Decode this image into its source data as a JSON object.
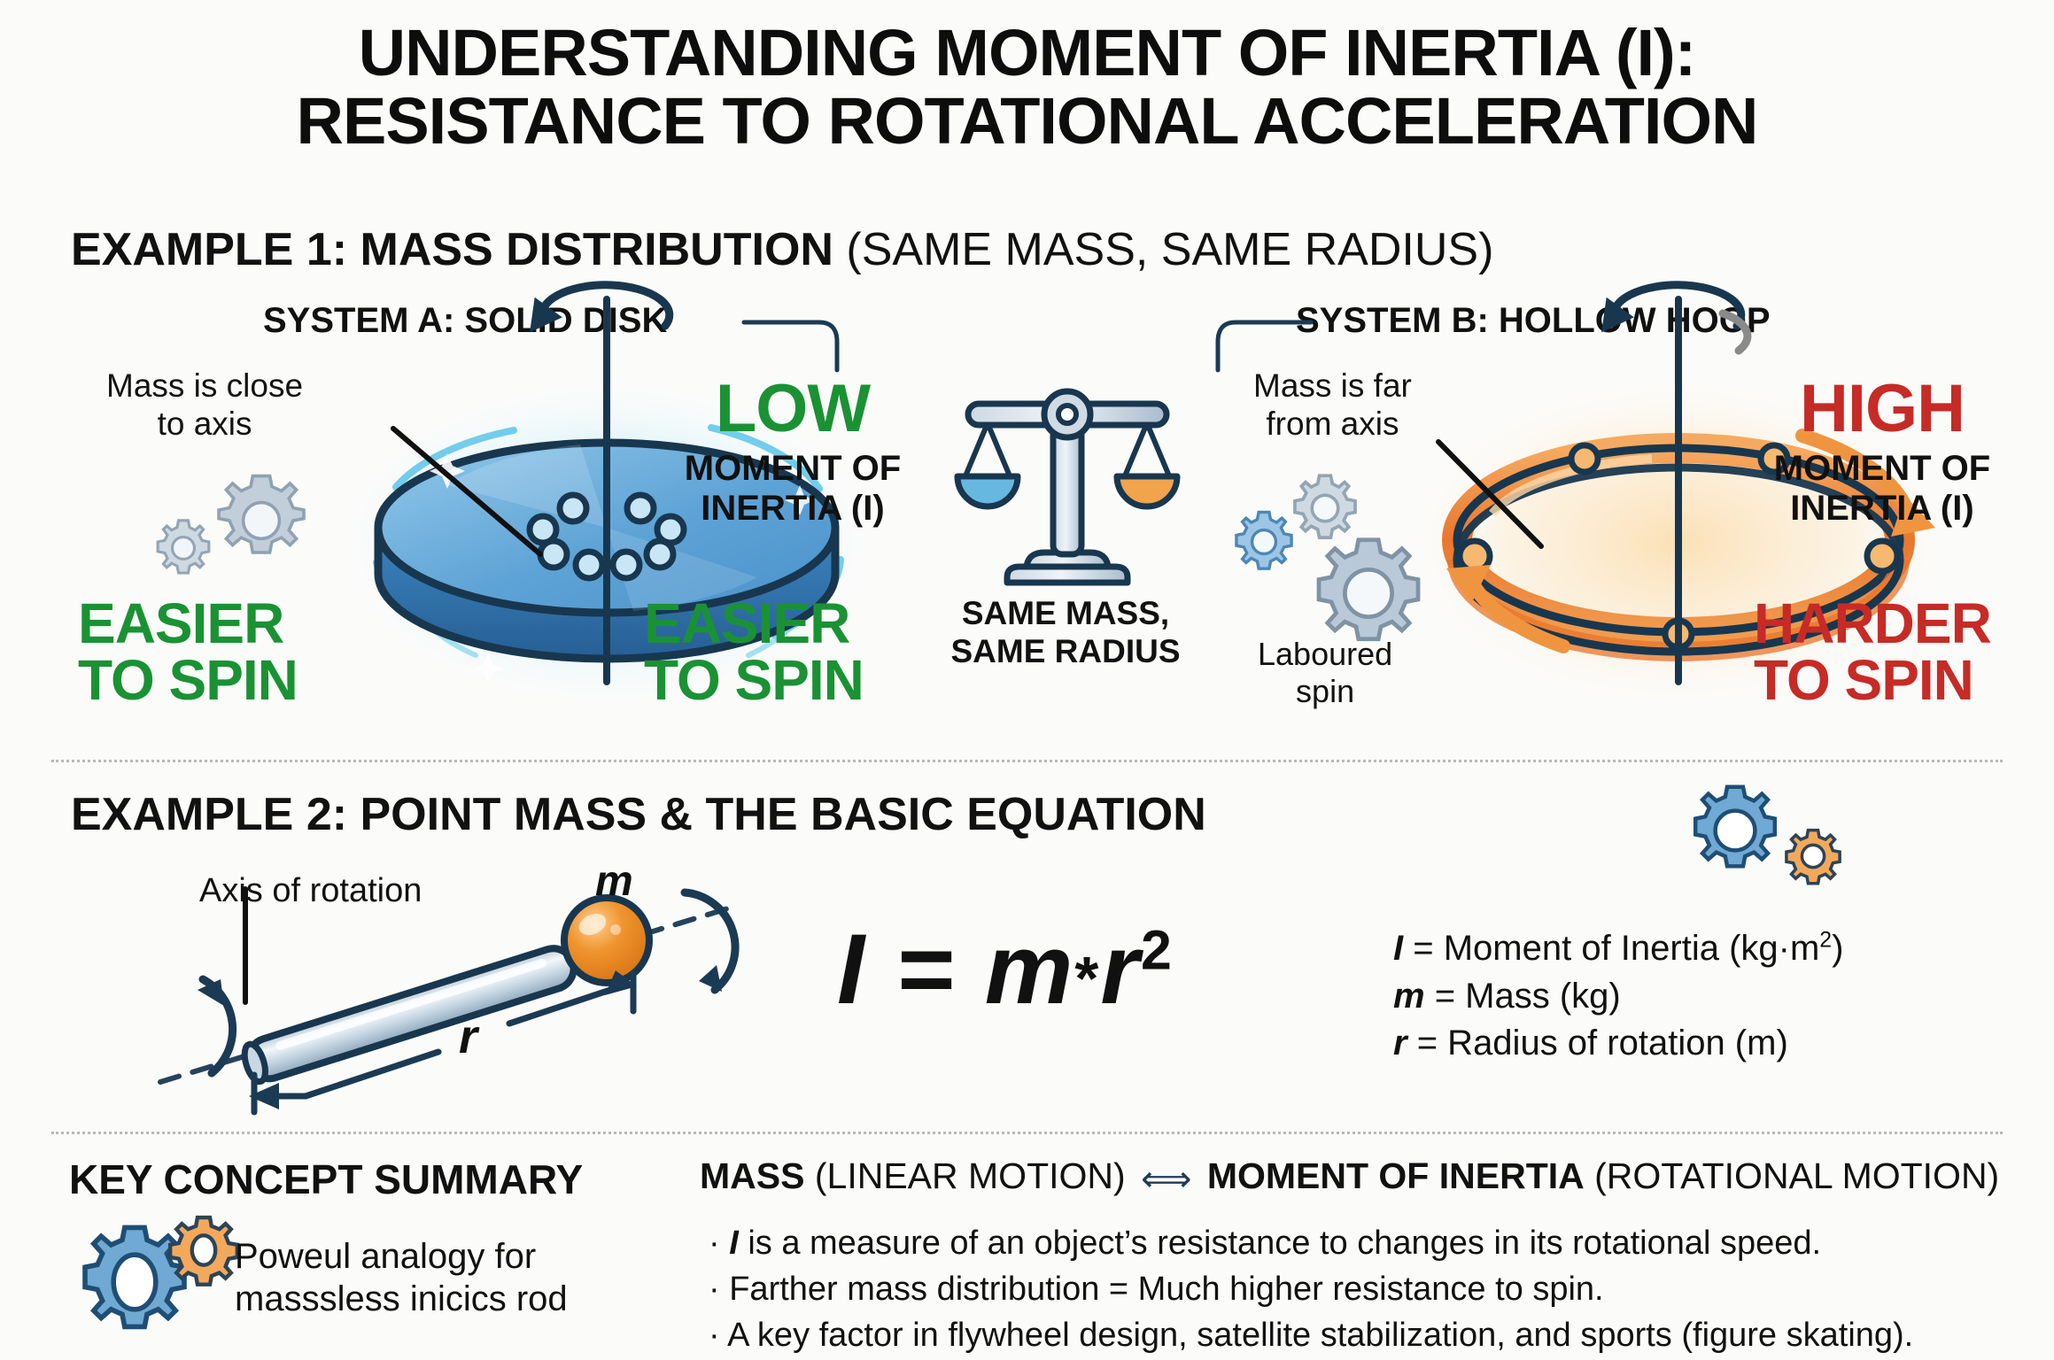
{
  "title": {
    "line1": "UNDERSTANDING MOMENT OF INERTIA (I):",
    "line2": "RESISTANCE TO ROTATIONAL ACCELERATION"
  },
  "example1": {
    "heading_bold": "EXAMPLE 1: MASS DISTRIBUTION",
    "heading_normal": "(SAME MASS, SAME RADIUS)",
    "system_a": {
      "label": "SYSTEM A: SOLID DISK",
      "callout_line1": "Mass is close",
      "callout_line2": "to axis",
      "verdict_big": "LOW",
      "verdict_sub_line1": "MOMENT OF",
      "verdict_sub_line2": "INERTIA (I)",
      "spin_left_line1": "EASIER",
      "spin_left_line2": "TO SPIN",
      "spin_right_line1": "EASIER",
      "spin_right_line2": "TO SPIN",
      "verdict_color": "#1a9234"
    },
    "system_b": {
      "label": "SYSTEM B: HOLLOW HOOP",
      "callout_line1": "Mass is far",
      "callout_line2": "from axis",
      "laboured_line1": "Laboured",
      "laboured_line2": "spin",
      "verdict_big": "HIGH",
      "verdict_sub_line1": "MOMENT OF",
      "verdict_sub_line2": "INERTIA (I)",
      "spin_line1": "HARDER",
      "spin_line2": "TO SPIN",
      "verdict_color": "#c62b26"
    },
    "balance": {
      "caption_line1": "SAME MASS,",
      "caption_line2": "SAME RADIUS",
      "left_pan_color": "#67b8e0",
      "right_pan_color": "#f5a councils"
    }
  },
  "example2": {
    "heading": "EXAMPLE 2: POINT MASS & THE BASIC EQUATION",
    "axis_label": "Axis of rotation",
    "mass_symbol": "m",
    "radius_symbol": "r",
    "equation": {
      "lhs": "I",
      "equals": "=",
      "m": "m",
      "operator": "*",
      "r": "r",
      "exponent": "2"
    },
    "legend": [
      {
        "symbol": "I",
        "definition": "= Moment of Inertia (kg·m",
        "exponent": "2",
        "tail": ")"
      },
      {
        "symbol": "m",
        "definition": "= Mass (kg)",
        "exponent": "",
        "tail": ""
      },
      {
        "symbol": "r",
        "definition": "= Radius of rotation (m)",
        "exponent": "",
        "tail": ""
      }
    ]
  },
  "summary": {
    "heading": "KEY CONCEPT SUMMARY",
    "note_line1": "Powеul analogy for",
    "note_line2": "masssless inicicѕ rod",
    "comparison": {
      "left_bold": "MASS",
      "left_normal": "(LINEAR MOTION)",
      "arrow": "⟺",
      "right_bold": "MOMENT OF INERTIA",
      "right_normal": "(ROTATIONAL MOTION)"
    },
    "bullets": [
      {
        "prefix": "· ",
        "italic": "I",
        "text": " is a measure of an object’s resistance to changes in its rotational speed."
      },
      {
        "prefix": "· ",
        "italic": "",
        "text": "Farther mass distribution = Much higher resistance to spin."
      },
      {
        "prefix": "· ",
        "italic": "",
        "text": "A key factor in flywheel design, satellite stabilization, and sports (figure skating)."
      }
    ]
  },
  "colors": {
    "navy": "#1b3a54",
    "green": "#1a9234",
    "red": "#c62b26",
    "orange": "#ef8d3c",
    "blue": "#4a9ad4",
    "gear_grey": "#b9c6d2"
  }
}
